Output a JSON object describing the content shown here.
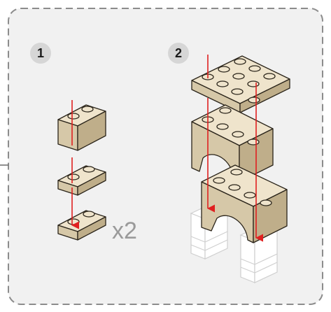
{
  "instructions": {
    "step_1": {
      "number": "1",
      "multiplier": "x2"
    },
    "step_2": {
      "number": "2"
    }
  },
  "colors": {
    "background": "#f1f1f1",
    "border_dash": "#8c8c8c",
    "badge_fill": "#d6d6d6",
    "brick_top": "#efe4cc",
    "brick_left": "#d6c8a8",
    "brick_right": "#bfae8a",
    "brick_outline": "#2a241a",
    "ghost_fill": "#ffffff",
    "ghost_outline": "#cfcfcf",
    "arrow": "#e02020",
    "multiplier_text": "#9a9a9a"
  }
}
